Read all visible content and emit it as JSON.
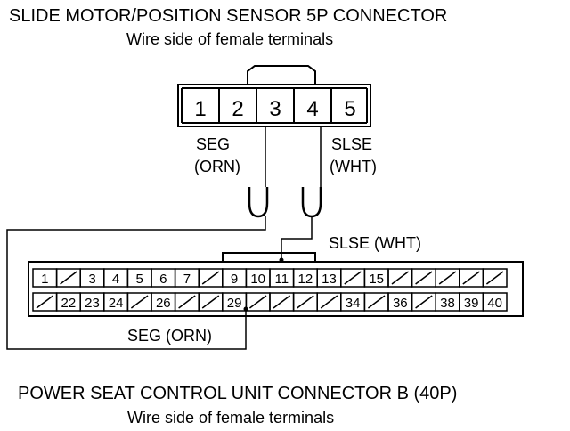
{
  "top_connector": {
    "title": "SLIDE MOTOR/POSITION SENSOR 5P CONNECTOR",
    "subtitle": "Wire side of female terminals",
    "pins": [
      "1",
      "2",
      "3",
      "4",
      "5"
    ]
  },
  "bottom_connector": {
    "title": "POWER SEAT CONTROL UNIT CONNECTOR B (40P)",
    "subtitle": "Wire side of female terminals",
    "row1": [
      "1",
      "",
      "3",
      "4",
      "5",
      "6",
      "7",
      "",
      "9",
      "10",
      "11",
      "12",
      "13",
      "",
      "15",
      "",
      "",
      "",
      "",
      ""
    ],
    "row2": [
      "",
      "22",
      "23",
      "24",
      "",
      "26",
      "",
      "",
      "29",
      "",
      "",
      "",
      "",
      "34",
      "",
      "36",
      "",
      "38",
      "39",
      "40"
    ]
  },
  "wires": {
    "seg": {
      "name": "SEG",
      "color_top": "(ORN)",
      "label_bottom": "SEG (ORN)"
    },
    "slse": {
      "name": "SLSE",
      "color_top": "(WHT)",
      "label_bottom": "SLSE (WHT)"
    }
  }
}
